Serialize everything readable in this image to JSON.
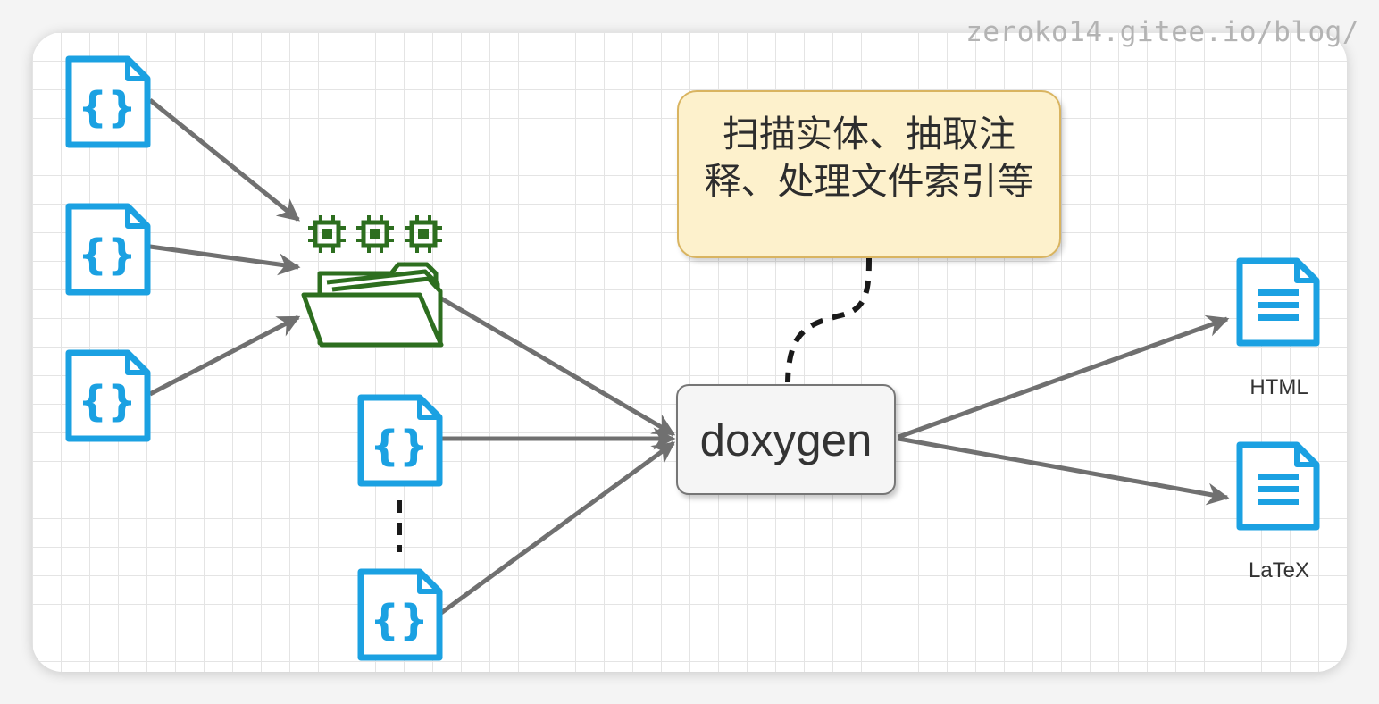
{
  "watermark": "zeroko14.gitee.io/blog/",
  "note": {
    "line1": "扫描实体、抽取注",
    "line2": "释、处理文件索引等"
  },
  "process": {
    "label": "doxygen"
  },
  "outputs": {
    "html_label": "HTML",
    "latex_label": "LaTeX"
  },
  "colors": {
    "file_icon_stroke": "#1ba1e2",
    "folder_stroke": "#2d6e1f",
    "arrow": "#707070",
    "note_fill": "#fdf1cc",
    "note_border": "#d9b460",
    "process_fill": "#f5f5f5"
  }
}
